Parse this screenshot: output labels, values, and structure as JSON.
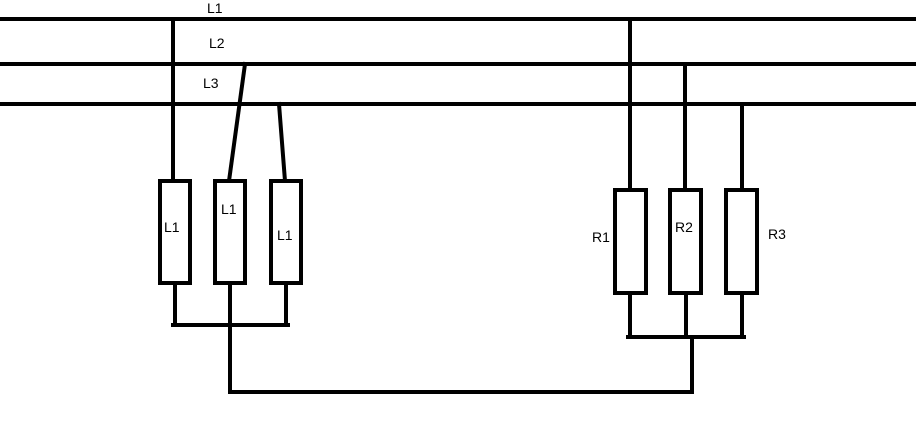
{
  "bus_labels": [
    "L1",
    "L2",
    "L3"
  ],
  "left_load_labels": [
    "L1",
    "L1",
    "L1"
  ],
  "right_load_labels": [
    "R1",
    "R2",
    "R3"
  ],
  "colors": {
    "line": "#000000",
    "background": "#ffffff"
  }
}
